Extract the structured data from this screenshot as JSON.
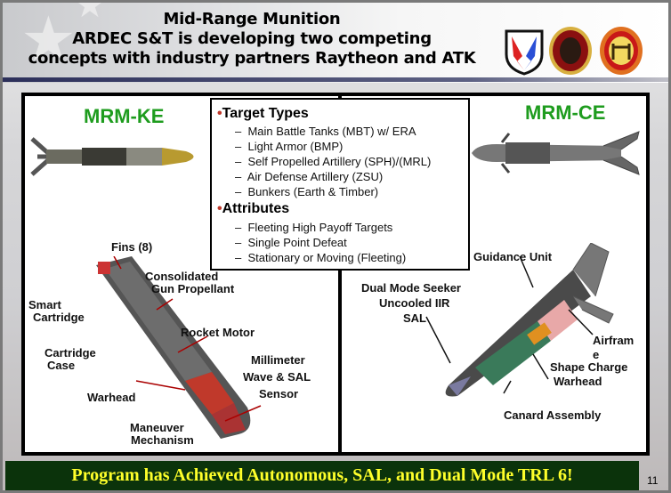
{
  "header": {
    "line1": "Mid-Range Munition",
    "line2": "ARDEC S&T is developing two competing",
    "line3": "concepts with industry partners Raytheon and ATK",
    "logos": [
      "army-shield-logo",
      "ardec-seal-logo",
      "picatinny-seal-logo"
    ]
  },
  "left": {
    "title": "MRM-KE",
    "labels": {
      "fins": "Fins (8)",
      "consolidated": "Consolidated",
      "gun_propellant": "Gun Propellant",
      "smart": "Smart",
      "cartridge": "Cartridge",
      "rocket_motor": "Rocket Motor",
      "cartridge2": "Cartridge",
      "case": "Case",
      "millimeter": "Millimeter",
      "wave_sal": "Wave & SAL",
      "sensor": "Sensor",
      "warhead": "Warhead",
      "maneuver": "Maneuver",
      "mechanism": "Mechanism"
    }
  },
  "right": {
    "title": "MRM-CE",
    "labels": {
      "guidance_unit": "Guidance Unit",
      "dual_mode_seeker": "Dual Mode Seeker",
      "uncooled_iir": "Uncooled IIR",
      "sal": "SAL",
      "airframe1": "Airfram",
      "airframe2": "e",
      "shape_charge": "Shape Charge",
      "warhead": "Warhead",
      "canard_assembly": "Canard Assembly"
    }
  },
  "center": {
    "target_types": {
      "heading": "Target Types",
      "items": [
        "Main Battle Tanks (MBT) w/ ERA",
        "Light Armor (BMP)",
        "Self Propelled Artillery (SPH)/(MRL)",
        "Air Defense Artillery (ZSU)",
        "Bunkers (Earth & Timber)"
      ]
    },
    "attributes": {
      "heading": "Attributes",
      "items": [
        "Fleeting High Payoff Targets",
        "Single Point Defeat",
        "Stationary or Moving (Fleeting)"
      ]
    }
  },
  "footer": {
    "banner": "Program has Achieved Autonomous, SAL, and Dual Mode TRL 6!",
    "page_number": "11"
  },
  "colors": {
    "heading_green": "#1e9c1e",
    "banner_bg": "#0b330b",
    "banner_text": "#ffff2a"
  }
}
